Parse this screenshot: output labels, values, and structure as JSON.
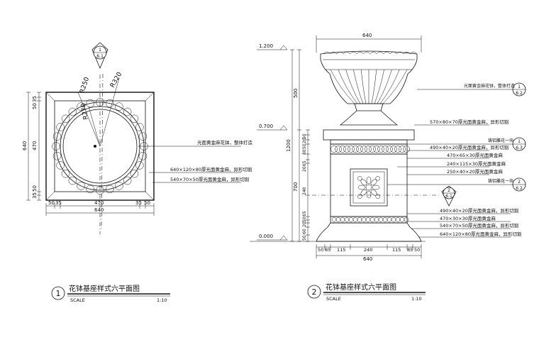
{
  "plan_view": {
    "title": "花钵基座样式六平面图",
    "number": "1",
    "scale_label": "SCALE",
    "scale_value": "1:10",
    "section_mark": {
      "top": "1",
      "bottom": "6.1"
    },
    "radii": [
      "R250",
      "R320",
      "R270"
    ],
    "left_dims": [
      "35",
      "50",
      "470",
      "640",
      "50",
      "35"
    ],
    "bottom_dims_row1": [
      "50",
      "35",
      "470",
      "35",
      "50"
    ],
    "bottom_dims_total": "640",
    "notes": [
      "光面黄金麻花钵，整体打造",
      "640×120×80厚光面黄金麻，异形切割",
      "540×70×50厚光面黄金麻，异形切割"
    ]
  },
  "elevation_view": {
    "title": "花钵基座样式六平面图",
    "number": "2",
    "scale_label": "SCALE",
    "scale_value": "1:10",
    "levels": [
      "1.200",
      "0.700",
      "0.000"
    ],
    "top_dim": "640",
    "left_dims_outer": [
      "500",
      "1200",
      "700"
    ],
    "left_dims_inner": [
      "50",
      "20",
      "50",
      "80",
      "65",
      "20",
      "240",
      "65",
      "50",
      "20",
      "60",
      "50"
    ],
    "bottom_dims_row1": [
      "50",
      "85",
      "115",
      "240",
      "115",
      "85",
      "50"
    ],
    "bottom_dims_total": "640",
    "detail_marks": [
      {
        "top": "1",
        "bottom": "6.2"
      },
      {
        "top": "1",
        "bottom": "6.3"
      },
      {
        "top": "2",
        "bottom": "6.2"
      },
      {
        "top": "2",
        "bottom": "6.1"
      }
    ],
    "notes": [
      "光面黄金麻花钵，整体打造",
      "570×80×70厚光面黄金麻，异形切割",
      "铸铝雕花一块",
      "490×40×20厚光面黄金麻，异形切割",
      "470×65×30厚光面黄金麻",
      "240×115×30厚光面黄金麻",
      "250×40×20厚光面黄金麻",
      "铸铝雕花一块",
      "490×40×20厚光面黄金麻，异形切割",
      "470×30×30厚光面黄金麻",
      "540×70×50厚光面黄金麻，异形切割",
      "640×120×80厚光面黄金麻，异形切割"
    ]
  }
}
